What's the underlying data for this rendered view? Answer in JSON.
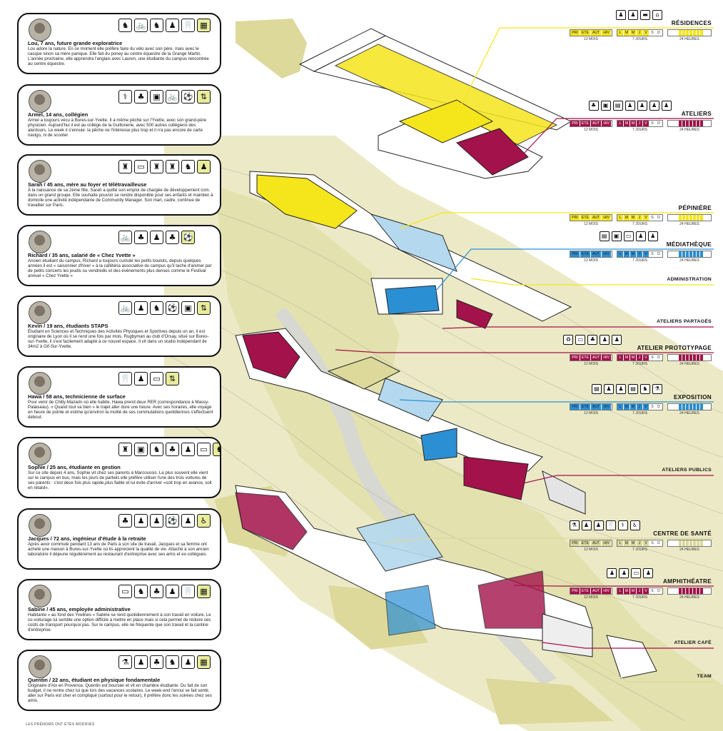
{
  "colors": {
    "yellow": "#f5e51b",
    "magenta": "#a3124a",
    "blue": "#2b8fd4",
    "olive": "#dcd99b",
    "lightolive": "#eceac6",
    "lightblue": "#b4d9ee",
    "line": "#111111",
    "barYellow": "#e6ea8a"
  },
  "personas": [
    {
      "icons": [
        "♞",
        "🚲",
        "♞",
        "♟",
        "🦷",
        "▦"
      ],
      "name": "Lou, 7 ans, future grande exploratrice",
      "desc": "Lou adore la nature. En ce moment elle préfère faire du vélo avec son père, mais avec le casque sinon sa mère panique. Elle fait du poney au centre équestre de la Grange Martin. L'année prochaine, elle apprendra l'anglais avec Lauren, une étudiante du campus rencontrée au centre équestre."
    },
    {
      "icons": [
        "⚕",
        "♣",
        "▣",
        "🚲",
        "⚽",
        "⇅"
      ],
      "name": "Armel, 14 ans, collégien",
      "desc": "Armel a toujours vécu à Bures-sur-Yvette. Il a même pêché sur l'Yvette, avec son grand-père physicien. Aujourd'hui il est au collège de la Guillonerie, avec 500 autres collégiens des alentours. Le week il s'ennuie: la pêche ne l'intéresse plus trop et il n'a pas encore de carte navigo, ni de scooter."
    },
    {
      "icons": [
        "♜",
        "▭",
        "♜",
        "♜",
        "♞",
        "♟"
      ],
      "name": "Sarah / 45 ans, mère au foyer et télétravailleuse",
      "desc": "À la naissance de sa 2ème fille, Sarah a quitté son emploi de chargée de développement com. dans un grand groupe. Elle souhaite pouvoir se rendre disponible pour ses enfants et maintien à domicile une activité indépendante de Community Manager. Son mari, cadre, continue de travailler sur Paris."
    },
    {
      "icons": [
        "🚲",
        "♣",
        "♟",
        "♣",
        "⚽"
      ],
      "name": "Richard / 35 ans, salarié de « Chez Yvette »",
      "desc": "Ancien étudiant du campus, Richard a toujours cumulé les petits boulots, depuis quelques années il est « saisonnier d'hiver » à la cafétéria associative du campus qu'il tache d'animer par de petits concerts les jeudis ou vendredis et des événements plus denses comme le Festival annuel « Chez Yvette »"
    },
    {
      "icons": [
        "🚲",
        "♟",
        "♞",
        "⚽",
        "▣",
        "⇅"
      ],
      "name": "Kevin / 19 ans, étudiants STAPS",
      "desc": "Étudiant en Sciences et Techniques des Activités Physiques et Sportives depuis un an, il est originaire de Lyon où il se rend une fois par mois. Rugbyman au club d'Orsay, situé sur Bures-sur-Yvette, il s'est facilement adapté à ce nouvel espace. Il vit dans un studio indépendant de 34m2 à Gif-Sur-Yvette."
    },
    {
      "icons": [
        "🦷",
        "♟",
        "▭",
        "⇅"
      ],
      "name": "Hawa / 58 ans, technicienne de surface",
      "desc": "Pour venir de Chilly-Mazarin où elle habite, Hawa prend deux RER (correspondance à Massy-Palaiseau). « Quand tout va bien » le trajet aller dure une heure. Avec ses horaires, elle voyage en heure de pointe et estime qu'environ la moitié de ses commutations quotidiennes s'effectuent debout."
    },
    {
      "icons": [
        "♜",
        "▣",
        "♞",
        "♣",
        "♟",
        "▭",
        "♞"
      ],
      "name": "Sophie / 25 ans, étudiante en gestion",
      "desc": "Sur ce site depuis 4 ans, Sophie vit chez ses parents à Marcoussis. La plus souvent elle vient sur le campus en bus, mais les jours de partiels elle préfère utiliser l'une des trois voitures de ses parents : c'est deux fois plus rapide,plus fiable et lui évite d'arriver «soit trop en avance, soit en retard»."
    },
    {
      "icons": [
        "♣",
        "♟",
        "♟",
        "⚽",
        "♟",
        "♿"
      ],
      "name": "Jacques / 72 ans, ingénieur d'étude à la retraite",
      "desc": "Après avoir commuté pendant 13 ans de Paris à son site de travail, Jacques et sa femme ont acheté une maison à Bures-sur-Yvette où ils apprécient la qualité de vie. Attaché à son ancien laboratoire il déjeune régulièrement au restaurant d'entreprise avec ses amis et ex-collègues."
    },
    {
      "icons": [
        "▭",
        "♞",
        "♣",
        "♟",
        "🦷",
        "▦"
      ],
      "name": "Sabine / 45 ans, employée administrative",
      "desc": "Habitante « au fond des Yvelines » Sabine se rend quotidiennement à son travail en voiture. Le co-voiturage lui semble une option difficile à mettre en place mais si cela permet de réduire ses coûts de transport pourquoi pas. Sur le campus, elle ne fréquente que son travail et la cantine d'entreprise."
    },
    {
      "icons": [
        "⚗",
        "♟",
        "♣",
        "♞",
        "♟",
        "▦"
      ],
      "name": "Quentin / 22 ans, étudiant en physique fondamentale",
      "desc": "Originaire d'Aix en Provence, Quentin est boursier et vit en chambre étudiante. Du fait de son budget, il ne rentre chez lui que lors des vacances scolaires. Le week-end l'ennui se fait sentir, aller sur Paris est cher et compliqué (surtout pour le retour), il préfère donc les soirées chez ses amis."
    }
  ],
  "footnote": "LES PRÉNOMS ONT ÉTÉS MODIFIÉS",
  "seasons": [
    "PRI",
    "ETE",
    "AUT",
    "HIV"
  ],
  "days": [
    "L",
    "M",
    "M",
    "J",
    "V",
    "S",
    "D"
  ],
  "captions": {
    "months": "12 MOIS",
    "days": "7 JOURS",
    "hours": "24 HEURES"
  },
  "programs": [
    {
      "title": "RÉSIDENCES",
      "color": "yellow",
      "icons": [
        "♟",
        "♟",
        "▬",
        "⌂"
      ],
      "bars": true
    },
    {
      "title": "ATELIERS",
      "color": "magenta",
      "icons": [
        "♣",
        "▣",
        "▤",
        "♟",
        "♟",
        "♟",
        "♟"
      ],
      "bars": true
    },
    {
      "title": "PÉPINIÈRE",
      "color": "yellow",
      "icons": [],
      "bars": true
    },
    {
      "title": "MÉDIATHÈQUE",
      "color": "blue",
      "icons": [
        "▤",
        "▣",
        "▭",
        "♟",
        "♟"
      ],
      "bars": true
    },
    {
      "title": "ADMINISTRATION",
      "color": "yellow",
      "icons": [],
      "bars": false
    },
    {
      "title": "ATELIERS PARTAGÉS",
      "color": "magenta",
      "icons": [],
      "bars": false
    },
    {
      "title": "ATELIER PROTOTYPAGE",
      "color": "magenta",
      "icons": [
        "♻",
        "▭",
        "♣",
        "♟",
        "♟"
      ],
      "bars": true
    },
    {
      "title": "EXPOSITION",
      "color": "blue",
      "icons": [
        "▤",
        "♟",
        "♟",
        "▤",
        "♞",
        "⚗"
      ],
      "bars": true
    },
    {
      "title": "ATELIERS PUBLICS",
      "color": "magenta",
      "icons": [],
      "bars": false
    },
    {
      "title": "CENTRE DE SANTÉ",
      "color": "olive",
      "icons": [
        "⚗",
        "♟",
        "♟",
        "🦷",
        "⚕",
        "♿"
      ],
      "bars": true
    },
    {
      "title": "AMPHITHÉATRE",
      "color": "magenta",
      "icons": [
        "♟",
        "♟",
        "▭",
        "♟"
      ],
      "bars": true
    },
    {
      "title": "ATELIER CAFÉ",
      "color": "magenta",
      "icons": [],
      "bars": false
    },
    {
      "title": "TEAM",
      "color": "olive",
      "icons": [],
      "bars": false
    }
  ]
}
